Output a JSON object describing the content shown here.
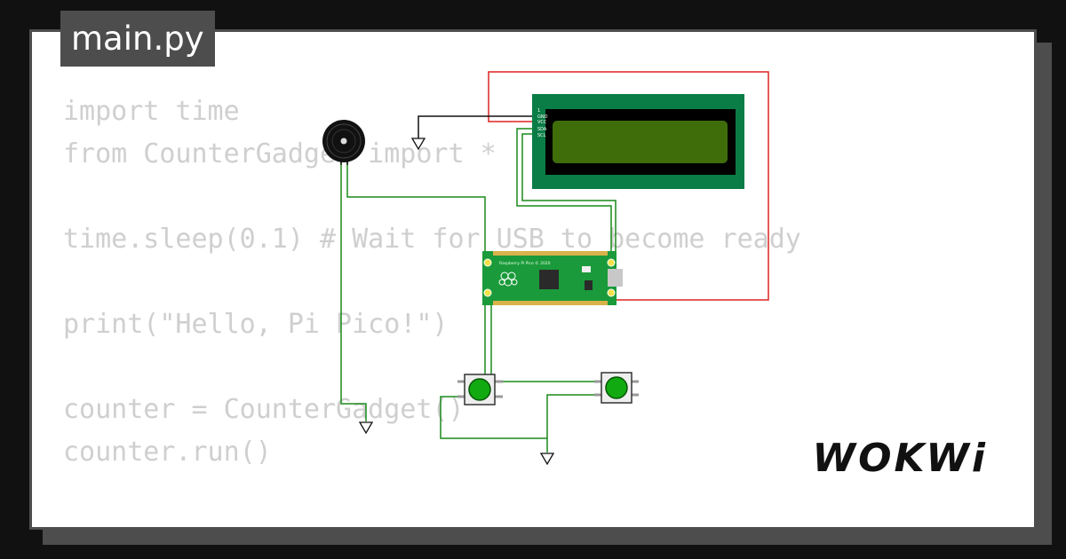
{
  "file_tab": {
    "label": "main.py"
  },
  "code_lines": [
    "import time",
    "from CounterGadget import *",
    "",
    "time.sleep(0.1) # Wait for USB to become ready",
    "",
    "print(\"Hello, Pi Pico!\")",
    "",
    "counter = CounterGadget()",
    "counter.run()"
  ],
  "circuit": {
    "board_label": "Raspberry Pi Pico © 2020",
    "lcd_pins": [
      "GND",
      "VCC",
      "SDA",
      "SCL"
    ],
    "colors": {
      "vcc_wire": "#dd2222",
      "signal_wire": "#1a8a1a",
      "gnd_wire": "#111111",
      "lcd_pcb": "#0a7d46",
      "pico_pcb": "#1a9a3a",
      "button_cap": "#11aa11"
    }
  },
  "logo": {
    "text": "WOKWi"
  }
}
